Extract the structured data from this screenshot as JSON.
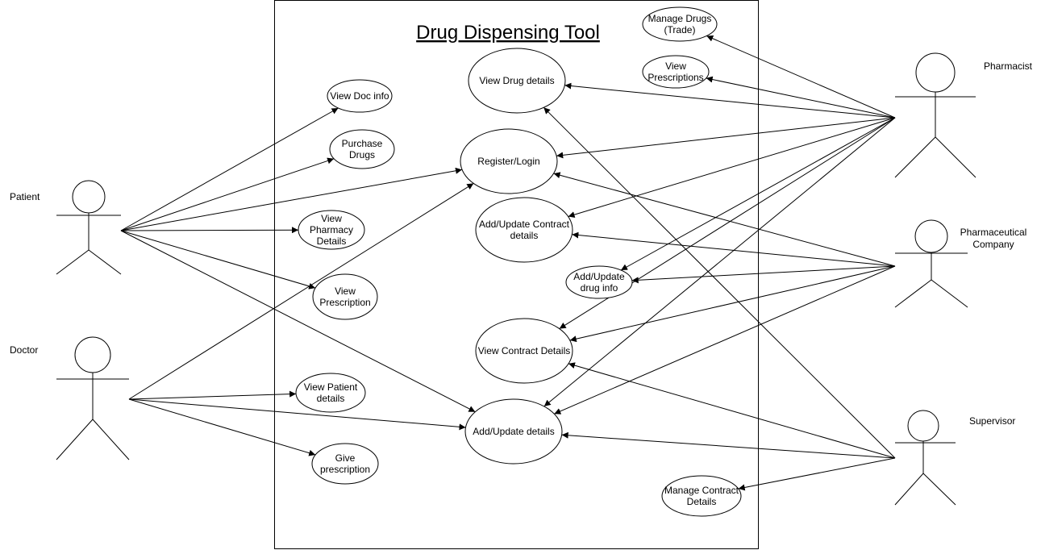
{
  "diagram": {
    "title": "Drug Dispensing Tool",
    "actors": [
      {
        "id": "patient",
        "label": "Patient"
      },
      {
        "id": "doctor",
        "label": "Doctor"
      },
      {
        "id": "pharmacist",
        "label": "Pharmacist"
      },
      {
        "id": "company",
        "label": "Pharmaceutical Company"
      },
      {
        "id": "supervisor",
        "label": "Supervisor"
      }
    ],
    "use_cases": [
      {
        "id": "manage-drugs",
        "lines": [
          "Manage Drugs",
          "(Trade)"
        ]
      },
      {
        "id": "view-prescriptions",
        "lines": [
          "View",
          "Prescriptions"
        ]
      },
      {
        "id": "view-drug-details",
        "lines": [
          "View Drug details"
        ]
      },
      {
        "id": "view-doc-info",
        "lines": [
          "View Doc info"
        ]
      },
      {
        "id": "purchase-drugs",
        "lines": [
          "Purchase",
          "Drugs"
        ]
      },
      {
        "id": "register-login",
        "lines": [
          "Register/Login"
        ]
      },
      {
        "id": "add-update-contract",
        "lines": [
          "Add/Update Contract",
          "details"
        ]
      },
      {
        "id": "view-pharmacy-details",
        "lines": [
          "View",
          "Pharmacy",
          "Details"
        ]
      },
      {
        "id": "add-update-drug-info",
        "lines": [
          "Add/Update",
          "drug info"
        ]
      },
      {
        "id": "view-prescription",
        "lines": [
          "View",
          "Prescription"
        ]
      },
      {
        "id": "view-contract-details",
        "lines": [
          "View Contract Details"
        ]
      },
      {
        "id": "view-patient-details",
        "lines": [
          "View Patient",
          "details"
        ]
      },
      {
        "id": "add-update-details",
        "lines": [
          "Add/Update details"
        ]
      },
      {
        "id": "give-prescription",
        "lines": [
          "Give",
          "prescription"
        ]
      },
      {
        "id": "manage-contract-details",
        "lines": [
          "Manage Contract",
          "Details"
        ]
      }
    ],
    "associations": [
      [
        "patient",
        "view-doc-info"
      ],
      [
        "patient",
        "purchase-drugs"
      ],
      [
        "patient",
        "register-login"
      ],
      [
        "patient",
        "view-pharmacy-details"
      ],
      [
        "patient",
        "view-prescription"
      ],
      [
        "patient",
        "add-update-details"
      ],
      [
        "doctor",
        "register-login"
      ],
      [
        "doctor",
        "view-patient-details"
      ],
      [
        "doctor",
        "add-update-details"
      ],
      [
        "doctor",
        "give-prescription"
      ],
      [
        "pharmacist",
        "manage-drugs"
      ],
      [
        "pharmacist",
        "view-prescriptions"
      ],
      [
        "pharmacist",
        "view-drug-details"
      ],
      [
        "pharmacist",
        "register-login"
      ],
      [
        "pharmacist",
        "add-update-contract"
      ],
      [
        "pharmacist",
        "add-update-drug-info"
      ],
      [
        "pharmacist",
        "view-contract-details"
      ],
      [
        "pharmacist",
        "add-update-details"
      ],
      [
        "company",
        "register-login"
      ],
      [
        "company",
        "add-update-contract"
      ],
      [
        "company",
        "add-update-drug-info"
      ],
      [
        "company",
        "view-contract-details"
      ],
      [
        "company",
        "add-update-details"
      ],
      [
        "supervisor",
        "view-drug-details"
      ],
      [
        "supervisor",
        "view-contract-details"
      ],
      [
        "supervisor",
        "add-update-details"
      ],
      [
        "supervisor",
        "manage-contract-details"
      ]
    ]
  }
}
